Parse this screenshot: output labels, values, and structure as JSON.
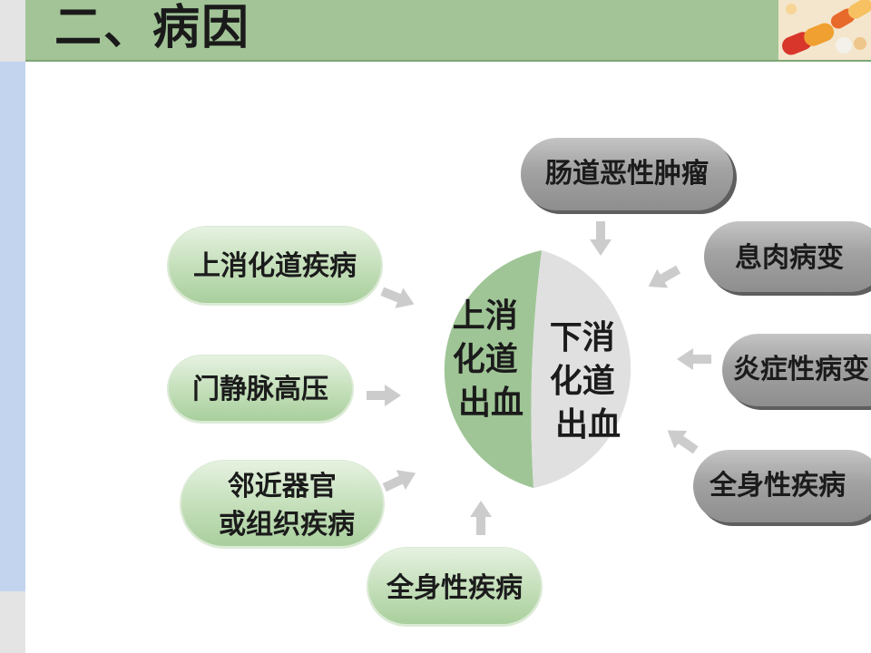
{
  "header": {
    "title": "二、病因"
  },
  "center": {
    "left_lines": [
      "上消",
      "化道",
      "出血"
    ],
    "right_lines": [
      "下消",
      "化道",
      "出血"
    ]
  },
  "upper_causes": [
    {
      "lines": [
        "上消化道疾病"
      ]
    },
    {
      "lines": [
        "门静脉高压"
      ]
    },
    {
      "lines": [
        "邻近器官",
        "或组织疾病"
      ]
    },
    {
      "lines": [
        "全身性疾病"
      ]
    }
  ],
  "lower_causes": [
    {
      "lines": [
        "肠道恶性肿瘤"
      ]
    },
    {
      "lines": [
        "息肉病变"
      ]
    },
    {
      "lines": [
        "炎症性病变"
      ]
    },
    {
      "lines": [
        "全身性疾病"
      ]
    }
  ],
  "colors": {
    "header_band": "#a2c497",
    "green_fill": "#9fc596",
    "gray_fill": "#e0e0e0",
    "upper_pill": "#c6e0bc",
    "lower_pill": "#a4a4a4",
    "arrow": "#cccccc"
  }
}
